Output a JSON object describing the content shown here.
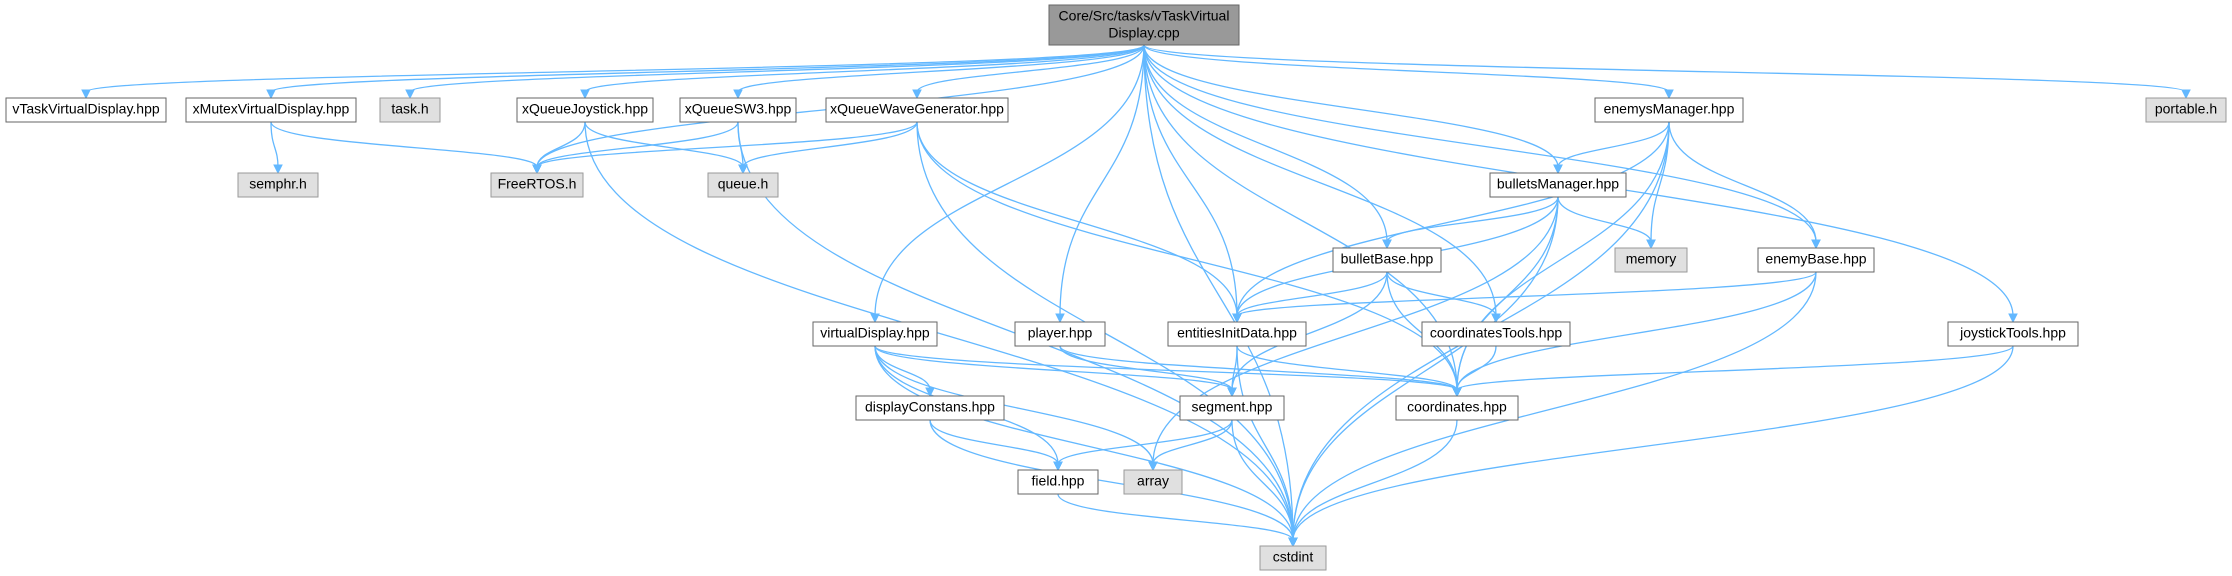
{
  "graph": {
    "colors": {
      "edge": "#63b8ff",
      "root_fill": "#999999",
      "file_fill": "#ffffff",
      "system_fill": "#e0e0e0",
      "border": "#666666"
    },
    "root": {
      "id": "root",
      "lines": [
        "Core/Src/tasks/vTaskVirtual",
        "Display.cpp"
      ]
    },
    "nodes": [
      {
        "id": "vTaskVirtualDisplay_hpp",
        "label": "vTaskVirtualDisplay.hpp",
        "kind": "file"
      },
      {
        "id": "xMutexVirtualDisplay_hpp",
        "label": "xMutexVirtualDisplay.hpp",
        "kind": "file"
      },
      {
        "id": "task_h",
        "label": "task.h",
        "kind": "system"
      },
      {
        "id": "xQueueJoystick_hpp",
        "label": "xQueueJoystick.hpp",
        "kind": "file"
      },
      {
        "id": "xQueueSW3_hpp",
        "label": "xQueueSW3.hpp",
        "kind": "file"
      },
      {
        "id": "xQueueWaveGenerator_hpp",
        "label": "xQueueWaveGenerator.hpp",
        "kind": "file"
      },
      {
        "id": "enemysManager_hpp",
        "label": "enemysManager.hpp",
        "kind": "file"
      },
      {
        "id": "portable_h",
        "label": "portable.h",
        "kind": "system"
      },
      {
        "id": "semphr_h",
        "label": "semphr.h",
        "kind": "system"
      },
      {
        "id": "FreeRTOS_h",
        "label": "FreeRTOS.h",
        "kind": "system"
      },
      {
        "id": "queue_h",
        "label": "queue.h",
        "kind": "system"
      },
      {
        "id": "bulletsManager_hpp",
        "label": "bulletsManager.hpp",
        "kind": "file"
      },
      {
        "id": "bulletBase_hpp",
        "label": "bulletBase.hpp",
        "kind": "file"
      },
      {
        "id": "memory",
        "label": "memory",
        "kind": "system"
      },
      {
        "id": "enemyBase_hpp",
        "label": "enemyBase.hpp",
        "kind": "file"
      },
      {
        "id": "virtualDisplay_hpp",
        "label": "virtualDisplay.hpp",
        "kind": "file"
      },
      {
        "id": "player_hpp",
        "label": "player.hpp",
        "kind": "file"
      },
      {
        "id": "entitiesInitData_hpp",
        "label": "entitiesInitData.hpp",
        "kind": "file"
      },
      {
        "id": "coordinatesTools_hpp",
        "label": "coordinatesTools.hpp",
        "kind": "file"
      },
      {
        "id": "joystickTools_hpp",
        "label": "joystickTools.hpp",
        "kind": "file"
      },
      {
        "id": "displayConstans_hpp",
        "label": "displayConstans.hpp",
        "kind": "file"
      },
      {
        "id": "segment_hpp",
        "label": "segment.hpp",
        "kind": "file"
      },
      {
        "id": "coordinates_hpp",
        "label": "coordinates.hpp",
        "kind": "file"
      },
      {
        "id": "field_hpp",
        "label": "field.hpp",
        "kind": "file"
      },
      {
        "id": "array",
        "label": "array",
        "kind": "system"
      },
      {
        "id": "cstdint",
        "label": "cstdint",
        "kind": "system"
      }
    ],
    "edges": [
      [
        "root",
        "vTaskVirtualDisplay_hpp"
      ],
      [
        "root",
        "xMutexVirtualDisplay_hpp"
      ],
      [
        "root",
        "task_h"
      ],
      [
        "root",
        "FreeRTOS_h"
      ],
      [
        "root",
        "xQueueJoystick_hpp"
      ],
      [
        "root",
        "xQueueSW3_hpp"
      ],
      [
        "root",
        "xQueueWaveGenerator_hpp"
      ],
      [
        "root",
        "virtualDisplay_hpp"
      ],
      [
        "root",
        "player_hpp"
      ],
      [
        "root",
        "entitiesInitData_hpp"
      ],
      [
        "root",
        "bulletBase_hpp"
      ],
      [
        "root",
        "coordinatesTools_hpp"
      ],
      [
        "root",
        "bulletsManager_hpp"
      ],
      [
        "root",
        "enemysManager_hpp"
      ],
      [
        "root",
        "enemyBase_hpp"
      ],
      [
        "root",
        "coordinates_hpp"
      ],
      [
        "root",
        "joystickTools_hpp"
      ],
      [
        "root",
        "portable_h"
      ],
      [
        "root",
        "cstdint"
      ],
      [
        "xMutexVirtualDisplay_hpp",
        "semphr_h"
      ],
      [
        "xMutexVirtualDisplay_hpp",
        "FreeRTOS_h"
      ],
      [
        "xQueueJoystick_hpp",
        "FreeRTOS_h"
      ],
      [
        "xQueueJoystick_hpp",
        "queue_h"
      ],
      [
        "xQueueJoystick_hpp",
        "cstdint"
      ],
      [
        "xQueueSW3_hpp",
        "FreeRTOS_h"
      ],
      [
        "xQueueSW3_hpp",
        "queue_h"
      ],
      [
        "xQueueSW3_hpp",
        "cstdint"
      ],
      [
        "xQueueWaveGenerator_hpp",
        "FreeRTOS_h"
      ],
      [
        "xQueueWaveGenerator_hpp",
        "queue_h"
      ],
      [
        "xQueueWaveGenerator_hpp",
        "entitiesInitData_hpp"
      ],
      [
        "xQueueWaveGenerator_hpp",
        "coordinates_hpp"
      ],
      [
        "xQueueWaveGenerator_hpp",
        "cstdint"
      ],
      [
        "enemysManager_hpp",
        "bulletsManager_hpp"
      ],
      [
        "enemysManager_hpp",
        "memory"
      ],
      [
        "enemysManager_hpp",
        "enemyBase_hpp"
      ],
      [
        "enemysManager_hpp",
        "entitiesInitData_hpp"
      ],
      [
        "enemysManager_hpp",
        "coordinates_hpp"
      ],
      [
        "enemysManager_hpp",
        "cstdint"
      ],
      [
        "bulletsManager_hpp",
        "memory"
      ],
      [
        "bulletsManager_hpp",
        "bulletBase_hpp"
      ],
      [
        "bulletsManager_hpp",
        "entitiesInitData_hpp"
      ],
      [
        "bulletsManager_hpp",
        "coordinates_hpp"
      ],
      [
        "bulletsManager_hpp",
        "array"
      ],
      [
        "bulletsManager_hpp",
        "cstdint"
      ],
      [
        "bulletBase_hpp",
        "entitiesInitData_hpp"
      ],
      [
        "bulletBase_hpp",
        "coordinatesTools_hpp"
      ],
      [
        "bulletBase_hpp",
        "coordinates_hpp"
      ],
      [
        "bulletBase_hpp",
        "segment_hpp"
      ],
      [
        "enemyBase_hpp",
        "entitiesInitData_hpp"
      ],
      [
        "enemyBase_hpp",
        "coordinates_hpp"
      ],
      [
        "enemyBase_hpp",
        "cstdint"
      ],
      [
        "virtualDisplay_hpp",
        "displayConstans_hpp"
      ],
      [
        "virtualDisplay_hpp",
        "field_hpp"
      ],
      [
        "virtualDisplay_hpp",
        "array"
      ],
      [
        "virtualDisplay_hpp",
        "segment_hpp"
      ],
      [
        "virtualDisplay_hpp",
        "coordinates_hpp"
      ],
      [
        "virtualDisplay_hpp",
        "cstdint"
      ],
      [
        "player_hpp",
        "segment_hpp"
      ],
      [
        "player_hpp",
        "coordinates_hpp"
      ],
      [
        "entitiesInitData_hpp",
        "segment_hpp"
      ],
      [
        "entitiesInitData_hpp",
        "coordinates_hpp"
      ],
      [
        "entitiesInitData_hpp",
        "cstdint"
      ],
      [
        "coordinatesTools_hpp",
        "coordinates_hpp"
      ],
      [
        "joystickTools_hpp",
        "coordinates_hpp"
      ],
      [
        "joystickTools_hpp",
        "cstdint"
      ],
      [
        "displayConstans_hpp",
        "field_hpp"
      ],
      [
        "displayConstans_hpp",
        "cstdint"
      ],
      [
        "segment_hpp",
        "field_hpp"
      ],
      [
        "segment_hpp",
        "array"
      ],
      [
        "segment_hpp",
        "cstdint"
      ],
      [
        "coordinates_hpp",
        "cstdint"
      ],
      [
        "field_hpp",
        "cstdint"
      ]
    ]
  }
}
